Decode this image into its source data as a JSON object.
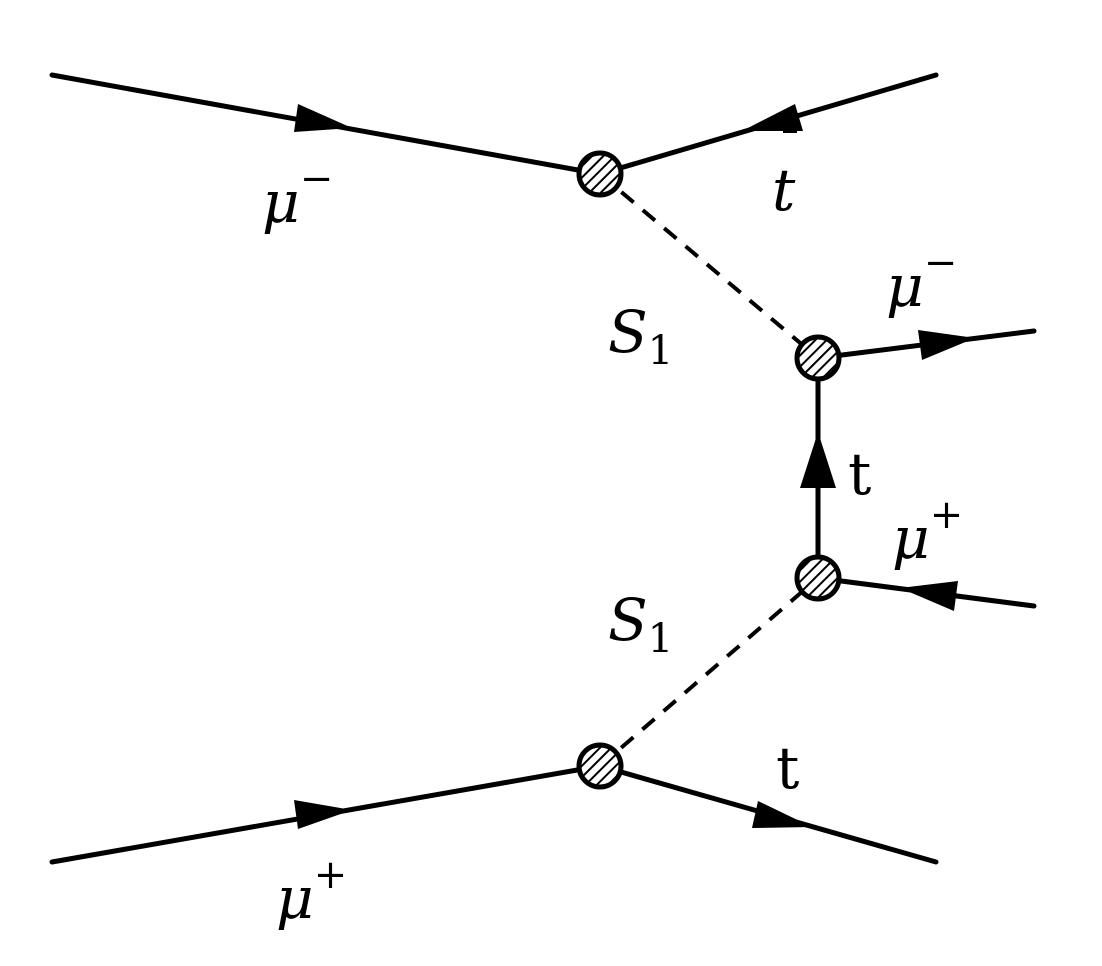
{
  "labels": {
    "mu_minus_in": {
      "base": "μ",
      "sup": "−"
    },
    "tbar_out": {
      "base": "t",
      "bar": "¯"
    },
    "s1_upper": {
      "base": "S",
      "sub": "1"
    },
    "mu_minus_out": {
      "base": "μ",
      "sup": "−"
    },
    "t_internal": {
      "text": "t"
    },
    "mu_plus_out": {
      "base": "μ",
      "sup": "+"
    },
    "s1_lower": {
      "base": "S",
      "sub": "1"
    },
    "t_out": {
      "text": "t"
    },
    "mu_plus_in": {
      "base": "μ",
      "sup": "+"
    }
  },
  "style": {
    "line_color": "#000000",
    "background": "#ffffff"
  }
}
